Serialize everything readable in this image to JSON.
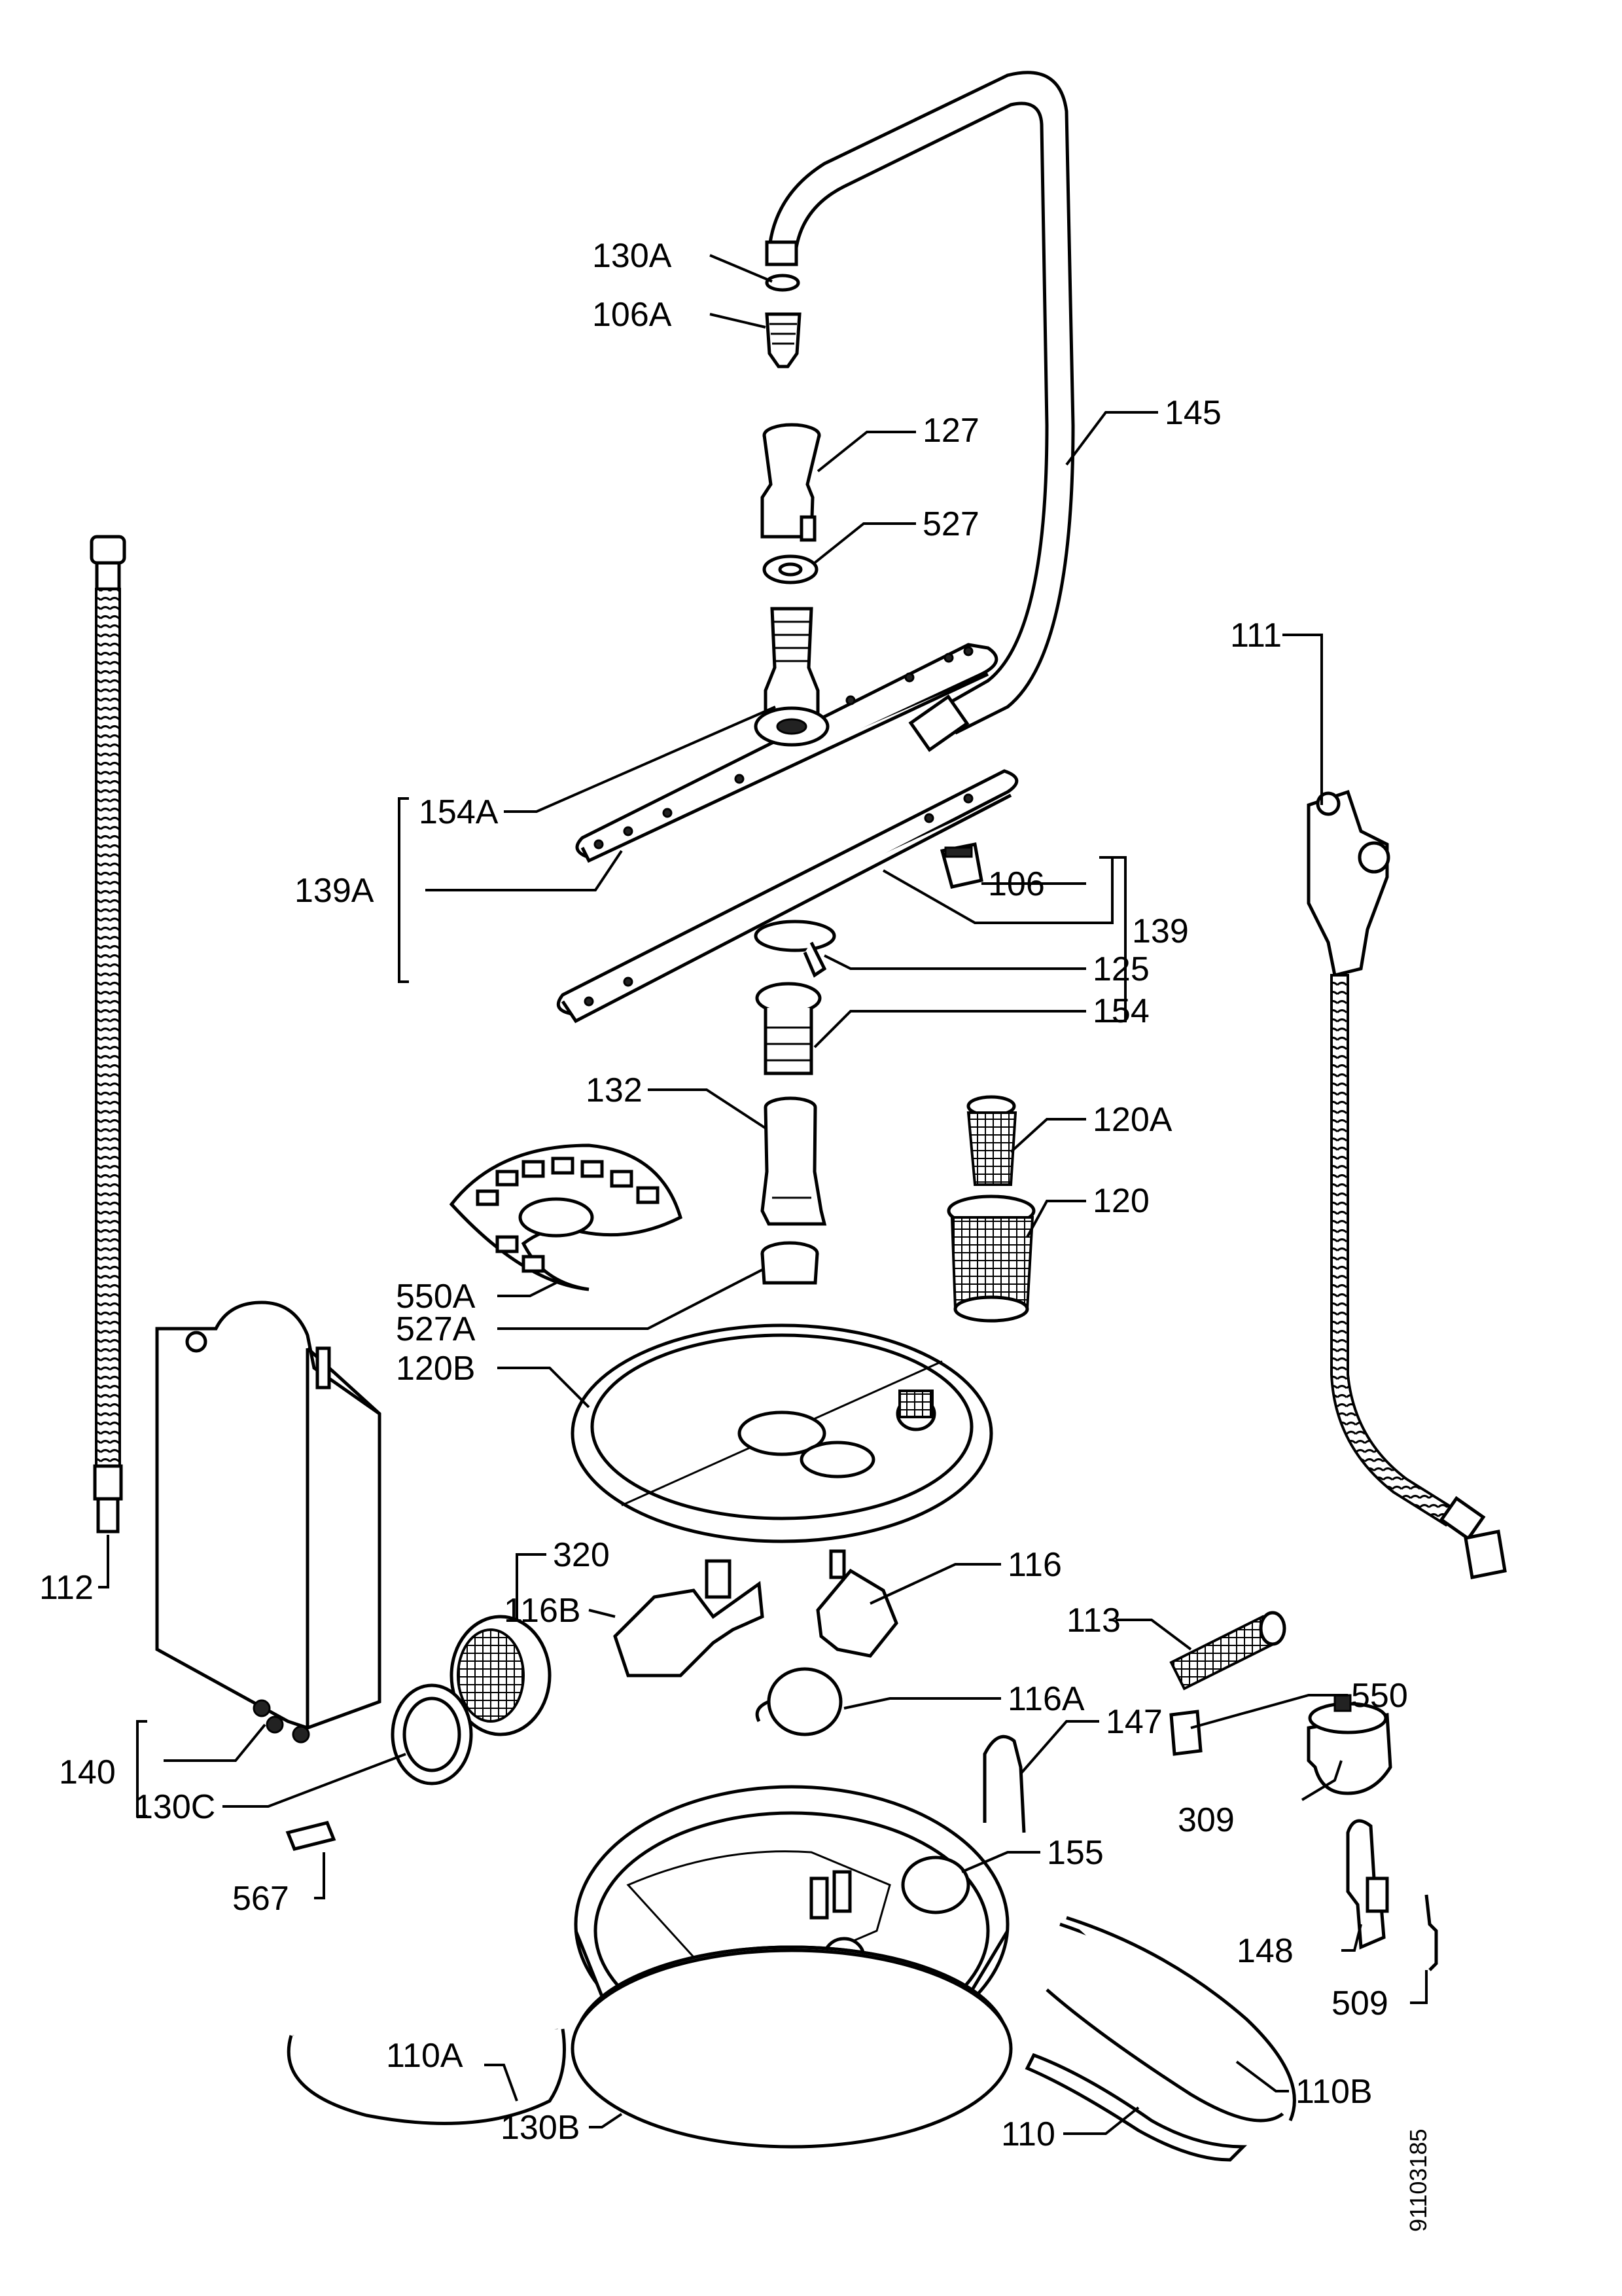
{
  "labels": {
    "l130A": "130A",
    "l106A": "106A",
    "l127": "127",
    "l145": "145",
    "l527": "527",
    "l111": "111",
    "l154A": "154A",
    "l139A": "139A",
    "l106": "106",
    "l139": "139",
    "l125": "125",
    "l154": "154",
    "l132": "132",
    "l120A": "120A",
    "l120": "120",
    "l550A": "550A",
    "l527A": "527A",
    "l120B": "120B",
    "l112": "112",
    "l320": "320",
    "l116B": "116B",
    "l116": "116",
    "l113": "113",
    "l116A": "116A",
    "l550": "550",
    "l147": "147",
    "l140": "140",
    "l130C": "130C",
    "l309": "309",
    "l155": "155",
    "l567": "567",
    "l148": "148",
    "l509": "509",
    "l110A": "110A",
    "l110B": "110B",
    "l130B": "130B",
    "l110": "110"
  },
  "drawing_number": "91103185"
}
